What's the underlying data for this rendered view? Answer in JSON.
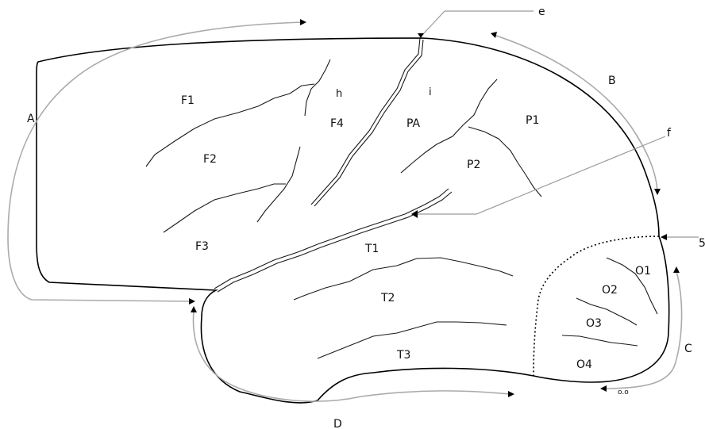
{
  "diagram": {
    "regions": {
      "F1": "F1",
      "F2": "F2",
      "F3": "F3",
      "F4": "F4",
      "h": "h",
      "i": "i",
      "PA": "PA",
      "P1": "P1",
      "P2": "P2",
      "T1": "T1",
      "T2": "T2",
      "T3": "T3",
      "O1": "O1",
      "O2": "O2",
      "O3": "O3",
      "O4": "O4"
    },
    "borders": {
      "A": "A",
      "B": "B",
      "C": "C",
      "D": "D"
    },
    "pointers": {
      "e": "e",
      "f": "f",
      "g": "5",
      "occipital_pole": "o.o"
    }
  }
}
